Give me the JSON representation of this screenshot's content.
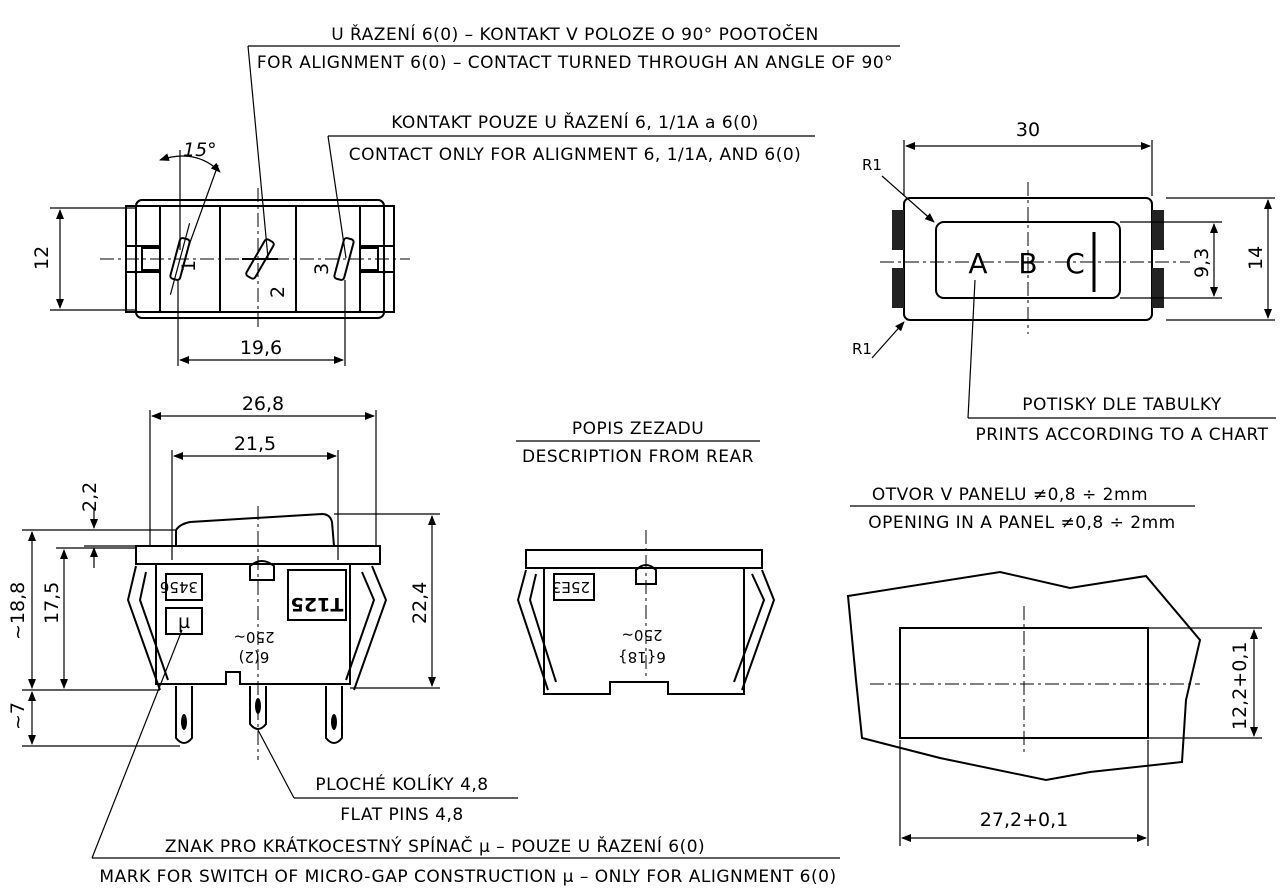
{
  "notes": {
    "n1_cz": "U ŘAZENÍ 6(0) – KONTAKT V POLOZE O 90° POOTOČEN",
    "n1_en": "FOR ALIGNMENT 6(0) – CONTACT TURNED THROUGH AN ANGLE OF 90°",
    "n2_cz": "KONTAKT POUZE U ŘAZENÍ 6, 1/1A a 6(0)",
    "n2_en": "CONTACT ONLY FOR ALIGNMENT 6, 1/1A, AND 6(0)",
    "prints_cz": "POTISKY DLE TABULKY",
    "prints_en": "PRINTS ACCORDING TO A CHART",
    "rear_cz": "POPIS ZEZADU",
    "rear_en": "DESCRIPTION FROM REAR",
    "panel_cz": "OTVOR V PANELU ≠0,8 ÷ 2mm",
    "panel_en": "OPENING IN A PANEL ≠0,8 ÷ 2mm",
    "pins_cz": "PLOCHÉ KOLÍKY 4,8",
    "pins_en": "FLAT PINS 4,8",
    "mark_cz": "ZNAK PRO KRÁTKOCESTNÝ SPÍNAČ µ – POUZE U ŘAZENÍ 6(0)",
    "mark_en": "MARK FOR SWITCH OF MICRO-GAP CONSTRUCTION µ – ONLY FOR ALIGNMENT 6(0)"
  },
  "dimensions": {
    "top_height": "12",
    "top_width": "19,6",
    "angle": "15°",
    "pin1": "1",
    "pin2": "2",
    "pin3": "3",
    "face_width": "30",
    "face_r1_top": "R1",
    "face_r1_bottom": "R1",
    "face_inner": "9,3",
    "face_outer": "14",
    "side_outer_width": "26,8",
    "side_inner_width": "21,5",
    "side_step": "2,2",
    "side_body": "~18,8",
    "side_clip": "17,5",
    "side_total": "22,4",
    "side_pin": "~7",
    "panel_height": "12,2+0,1",
    "panel_width": "27,2+0,1"
  },
  "face_letters": [
    "A",
    "B",
    "C"
  ],
  "labels": {
    "code_left": "3456",
    "model": "T125",
    "rating_left": "250~",
    "rating_left_sub": "6(2)",
    "micro_mark": "µ",
    "code_rear": "25E3",
    "rating_rear": "250~",
    "rating_rear_sub": "6{18}"
  }
}
